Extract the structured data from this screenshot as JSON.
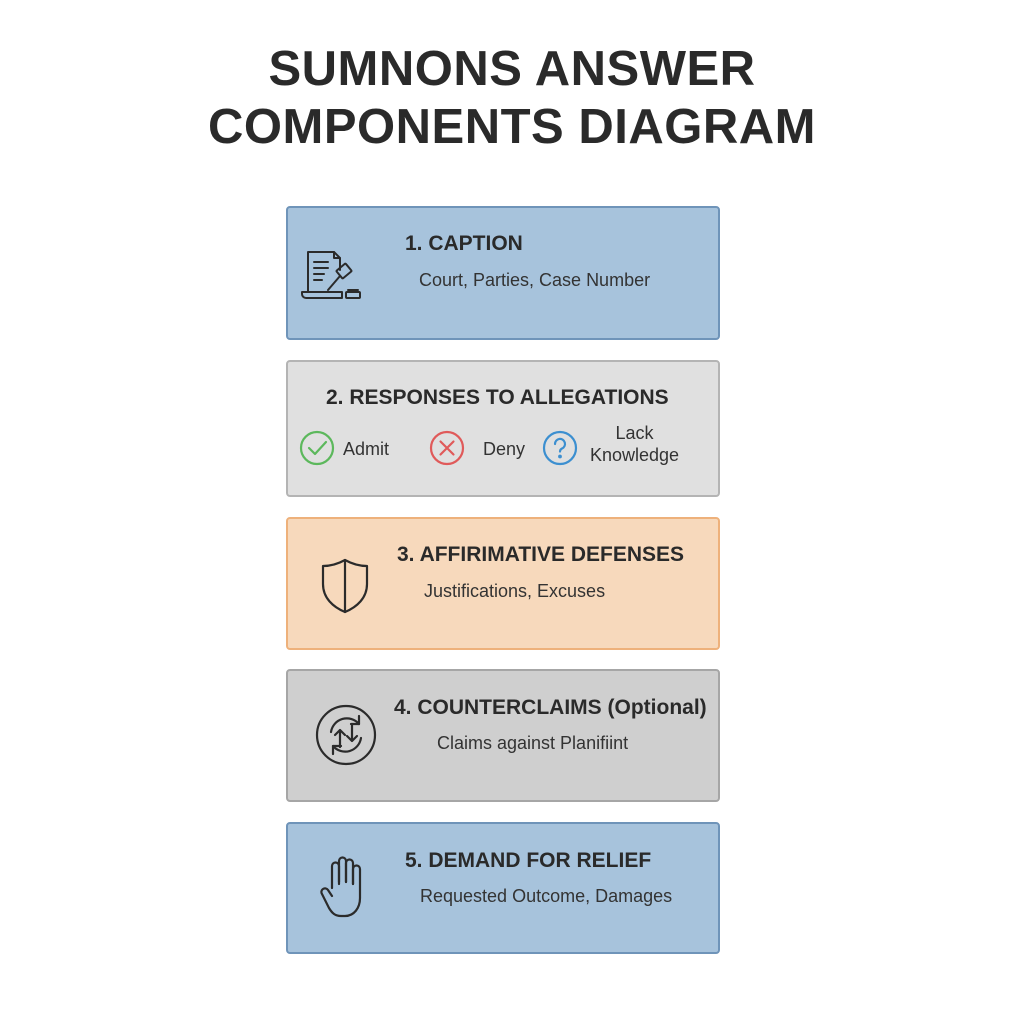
{
  "title": {
    "line1": "SUMNONS ANSWER",
    "line2": "COMPONENTS DIAGRAM"
  },
  "components": [
    {
      "heading": "1. CAPTION",
      "subtitle": "Court, Parties, Case Number",
      "icon": "document-gavel-icon",
      "color": "#a7c3dc"
    },
    {
      "heading": "2. RESPONSES TO ALLEGATIONS",
      "responses": [
        {
          "label": "Admit",
          "icon": "check-circle-icon",
          "color": "#5cb85c"
        },
        {
          "label": "Deny",
          "icon": "x-circle-icon",
          "color": "#e05a5a"
        },
        {
          "label_line1": "Lack",
          "label_line2": "Knowledge",
          "icon": "question-circle-icon",
          "color": "#3c8fd0"
        }
      ],
      "color": "#e0e0e0"
    },
    {
      "heading": "3. AFFIRIMATIVE DEFENSES",
      "subtitle": "Justifications, Excuses",
      "icon": "shield-icon",
      "color": "#f7d9bc"
    },
    {
      "heading": "4. COUNTERCLAIMS (Optional)",
      "subtitle": "Claims against Planifiint",
      "icon": "swap-arrows-icon",
      "color": "#cfcfcf"
    },
    {
      "heading": "5. DEMAND FOR RELIEF",
      "subtitle": "Requested Outcome, Damages",
      "icon": "raised-hand-icon",
      "color": "#a7c3dc"
    }
  ]
}
